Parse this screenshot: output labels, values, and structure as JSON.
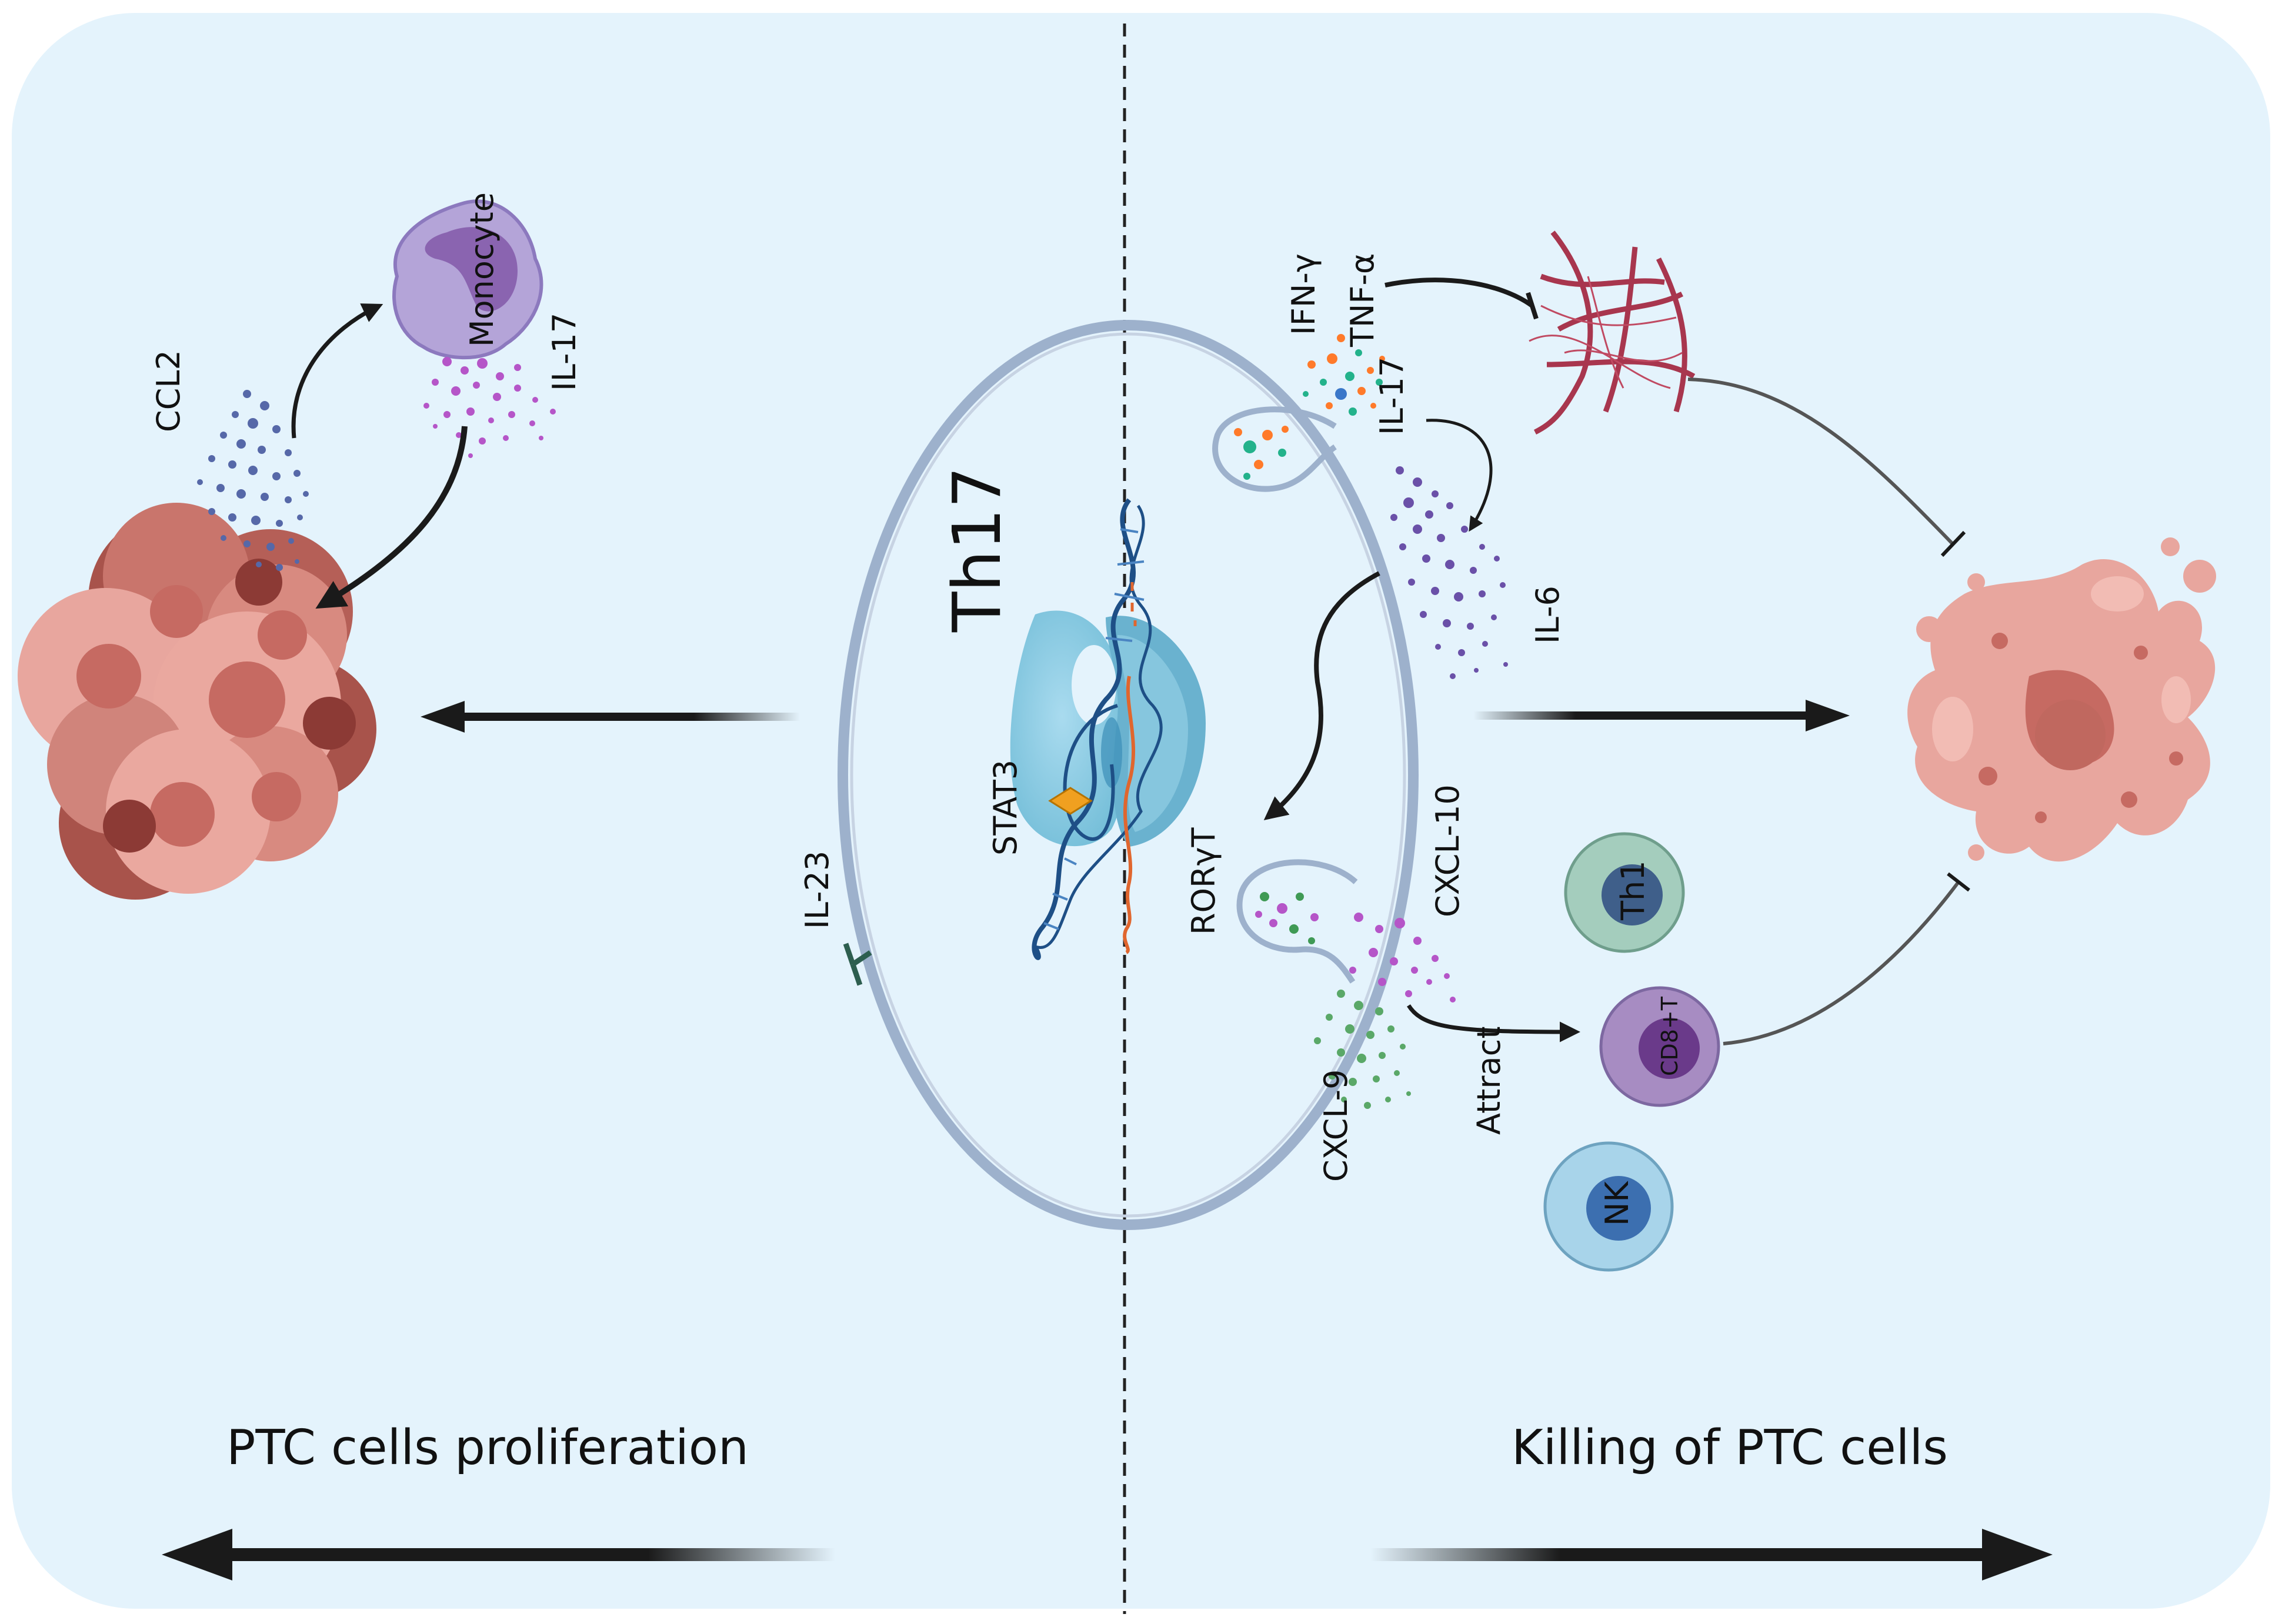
{
  "labels": {
    "th17": "Th17",
    "stat3": "STAT3",
    "rorgt": "RORγT",
    "il23": "IL-23",
    "monocyte": "Monocyte",
    "il17_left": "IL-17",
    "ccl2": "CCL2",
    "ifng": "IFN-γ",
    "tnfa": "TNF-α",
    "il17_right": "IL-17",
    "il6": "IL-6",
    "cxcl10": "CXCL-10",
    "cxcl9": "CXCL-9",
    "attract": "Attract",
    "th1": "Th1",
    "cd8t": "CD8+T",
    "nk": "NK",
    "left_caption": "PTC  cells proliferation",
    "right_caption": "Killing of PTC cells"
  },
  "colors": {
    "background": "#e4f3fc",
    "th17_membrane": "#9db1cc",
    "nucleus": "#8fcde3",
    "dna": "#1e4f86",
    "rna": "#e0662e",
    "tumor": "#e8a69e",
    "tumor_dark": "#a84f48",
    "monocyte": "#b4a4d8",
    "fibrin": "#a8364e",
    "th1": "#a4cdbd",
    "cd8t": "#a78cc2",
    "nk": "#a8d4ea"
  }
}
